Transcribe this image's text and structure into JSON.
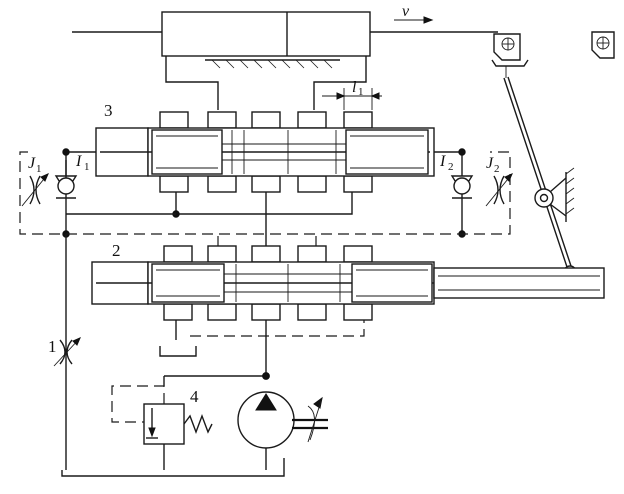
{
  "diagram": {
    "labels": {
      "velocity": "v",
      "stroke_len": "l",
      "stroke_len_sub": "1",
      "valve3": "3",
      "valve2": "2",
      "throttle1": "1",
      "relief4": "4",
      "throttle_j1": "J",
      "throttle_j1_sub": "1",
      "check_i1": "I",
      "check_i1_sub": "1",
      "check_i2": "I",
      "check_i2_sub": "2",
      "throttle_j2": "J",
      "throttle_j2_sub": "2"
    },
    "icons": [
      "flow-arrow-icon",
      "stop-block-icon",
      "pivot-icon",
      "pump-icon",
      "spring-icon",
      "check-valve-icon",
      "throttle-icon"
    ],
    "colors": {
      "line": "#1a1a1a",
      "background": "#ffffff"
    }
  }
}
